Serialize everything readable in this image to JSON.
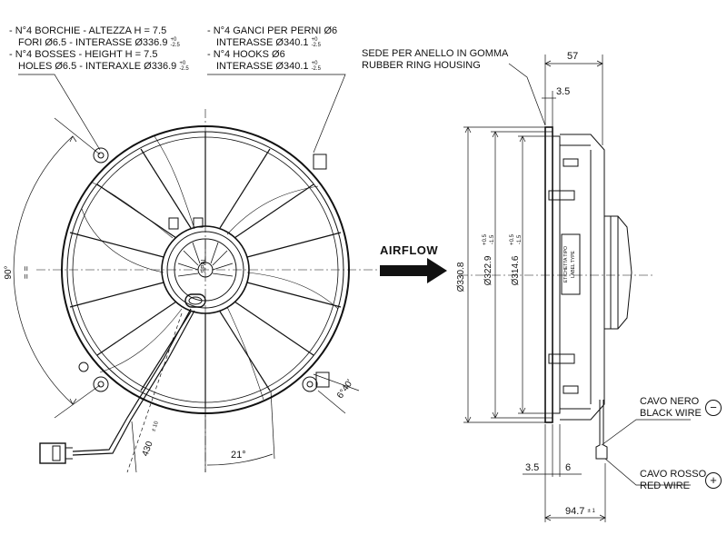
{
  "notes": {
    "bosses_it": "- N°4 BORCHIE - ALTEZZA H = 7.5",
    "bosses_it_2": "FORI Ø6.5 - INTERASSE Ø336.9",
    "bosses_en": "- N°4 BOSSES - HEIGHT H = 7.5",
    "bosses_en_2": "HOLES Ø6.5 - INTERAXLE Ø336.9",
    "hooks_it": "- N°4 GANCI PER PERNI Ø6",
    "hooks_it_2": "INTERASSE Ø340.1",
    "hooks_en": "- N°4 HOOKS Ø6",
    "hooks_en_2": "INTERASSE Ø340.1",
    "tol_336_up": "+0",
    "tol_336_dn": "-2.5",
    "tol_340_up": "+0",
    "tol_340_dn": "-2.5",
    "ring_it": "SEDE PER ANELLO IN GOMMA",
    "ring_en": "RUBBER RING HOUSING"
  },
  "dimensions": {
    "d57": "57",
    "d35_top": "3.5",
    "d3308": "Ø330.8",
    "d3229": "Ø322.9",
    "d3229_tol_up": "+0.5",
    "d3229_tol_dn": "-1.5",
    "d3146": "Ø314.6",
    "d3146_tol_up": "+0.5",
    "d3146_tol_dn": "-1.5",
    "d35_bottom": "3.5",
    "d6": "6",
    "d947": "94.7",
    "d947_tol": "± 1",
    "angle_90": "90°",
    "angle_equal": "= =",
    "angle_21": "21°",
    "angle_6_40": "6°40'",
    "cable_430": "430",
    "cable_430_tol": "± 10"
  },
  "airflow": "AIRFLOW",
  "wires": {
    "black_it": "CAVO NERO",
    "black_en": "BLACK WIRE",
    "black_sign": "−",
    "red_it": "CAVO ROSSO",
    "red_en": "RED WIRE",
    "red_sign": "+"
  },
  "motor_label": "SPAL",
  "side_label_1": "ETICHETTA TIPO",
  "side_label_2": "LABEL TYPE"
}
